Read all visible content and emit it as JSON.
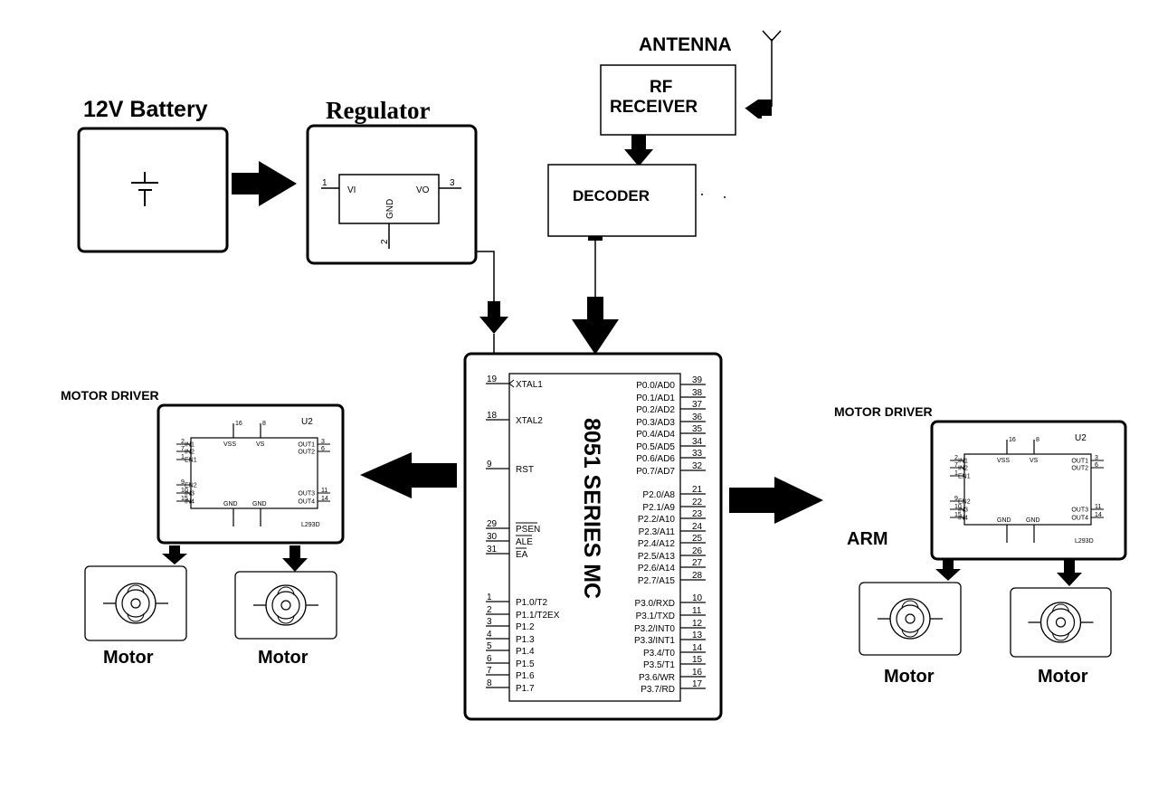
{
  "labels": {
    "battery": "12V Battery",
    "regulator": "Regulator",
    "antenna": "ANTENNA",
    "rf_line1": "RF",
    "rf_line2": "RECEIVER",
    "decoder": "DECODER",
    "motor_driver_left": "MOTOR DRIVER",
    "motor_driver_right": "MOTOR DRIVER",
    "arm": "ARM",
    "mcu_title": "8051 SERIES MC",
    "motor": "Motor"
  },
  "regulator_chip": {
    "vi": "VI",
    "vo": "VO",
    "gnd": "GND",
    "pin_in": "1",
    "pin_out": "3",
    "pin_gnd": "2"
  },
  "driver_chip": {
    "ref": "U2",
    "part": "L293D",
    "vss": "VSS",
    "vs": "VS",
    "gnd": "GND",
    "pin_vss": "16",
    "pin_vs": "8",
    "left_pins": [
      {
        "num": "2",
        "name": "IN1"
      },
      {
        "num": "7",
        "name": "IN2"
      },
      {
        "num": "1",
        "name": "EN1"
      },
      {
        "num": "9",
        "name": "EN2"
      },
      {
        "num": "10",
        "name": "IN3"
      },
      {
        "num": "15",
        "name": "IN4"
      }
    ],
    "right_pins": [
      {
        "num": "3",
        "name": "OUT1"
      },
      {
        "num": "6",
        "name": "OUT2"
      },
      {
        "num": "11",
        "name": "OUT3"
      },
      {
        "num": "14",
        "name": "OUT4"
      }
    ]
  },
  "mcu": {
    "left_pins": [
      {
        "num": "19",
        "name": "XTAL1"
      },
      {
        "num": "18",
        "name": "XTAL2"
      },
      {
        "num": "9",
        "name": "RST"
      },
      {
        "num": "29",
        "name": "PSEN"
      },
      {
        "num": "30",
        "name": "ALE"
      },
      {
        "num": "31",
        "name": "EA"
      },
      {
        "num": "1",
        "name": "P1.0/T2"
      },
      {
        "num": "2",
        "name": "P1.1/T2EX"
      },
      {
        "num": "3",
        "name": "P1.2"
      },
      {
        "num": "4",
        "name": "P1.3"
      },
      {
        "num": "5",
        "name": "P1.4"
      },
      {
        "num": "6",
        "name": "P1.5"
      },
      {
        "num": "7",
        "name": "P1.6"
      },
      {
        "num": "8",
        "name": "P1.7"
      }
    ],
    "right_pins": [
      {
        "num": "39",
        "name": "P0.0/AD0"
      },
      {
        "num": "38",
        "name": "P0.1/AD1"
      },
      {
        "num": "37",
        "name": "P0.2/AD2"
      },
      {
        "num": "36",
        "name": "P0.3/AD3"
      },
      {
        "num": "35",
        "name": "P0.4/AD4"
      },
      {
        "num": "34",
        "name": "P0.5/AD5"
      },
      {
        "num": "33",
        "name": "P0.6/AD6"
      },
      {
        "num": "32",
        "name": "P0.7/AD7"
      },
      {
        "num": "21",
        "name": "P2.0/A8"
      },
      {
        "num": "22",
        "name": "P2.1/A9"
      },
      {
        "num": "23",
        "name": "P2.2/A10"
      },
      {
        "num": "24",
        "name": "P2.3/A11"
      },
      {
        "num": "25",
        "name": "P2.4/A12"
      },
      {
        "num": "26",
        "name": "P2.5/A13"
      },
      {
        "num": "27",
        "name": "P2.6/A14"
      },
      {
        "num": "28",
        "name": "P2.7/A15"
      },
      {
        "num": "10",
        "name": "P3.0/RXD"
      },
      {
        "num": "11",
        "name": "P3.1/TXD"
      },
      {
        "num": "12",
        "name": "P3.2/INT0"
      },
      {
        "num": "13",
        "name": "P3.3/INT1"
      },
      {
        "num": "14",
        "name": "P3.4/T0"
      },
      {
        "num": "15",
        "name": "P3.5/T1"
      },
      {
        "num": "16",
        "name": "P3.6/WR"
      },
      {
        "num": "17",
        "name": "P3.7/RD"
      }
    ]
  }
}
